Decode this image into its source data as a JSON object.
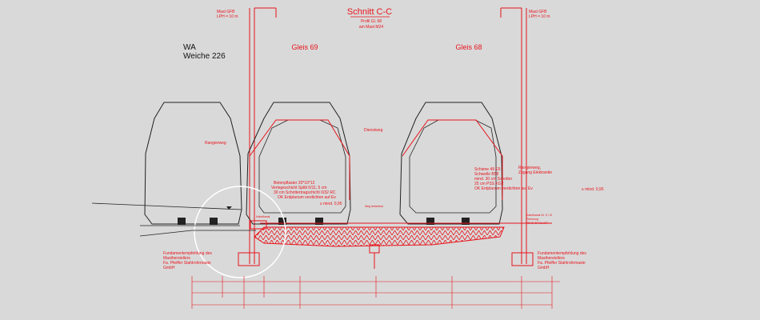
{
  "title": "Schnitt C-C",
  "subtitle_lines": [
    "Profil Gl. 68",
    "am Mast M24"
  ],
  "wa_label": "WA",
  "weiche_label": "Weiche 226",
  "track_left": "Gleis 69",
  "track_right": "Gleis 68",
  "mast_left": [
    "Mast GFB",
    "LPH = 10 m"
  ],
  "mast_right": [
    "Mast GFB",
    "LPH = 10 m"
  ],
  "dienstweg": "Dienstweg",
  "rangierweg_left": "Rangierweg",
  "rangierweg_right": [
    "Rangierweg,",
    "Zugang Elektrantie"
  ],
  "mind_095": "≥ mind. 0,95",
  "mind_095_right": "≥ mind. 0,95",
  "layer_left": [
    "Betonpflaster 20*10*12",
    "Verlegeschicht Splitt 0/11, 5 cm",
    "30 cm Schottertragschicht 0/32 RC",
    "OK Erdplanum verdichten auf Ev"
  ],
  "layer_right": [
    "Schiene 49 E5",
    "Schwelle B58",
    "mind. 30 cm Schotter",
    "25 cm PSS KG2",
    "OK Erdplanum verdichten auf Ev"
  ],
  "fund_left": [
    "Fundamentempfehlung des",
    "Mastherstellers",
    "Fa. Pfeiffer Stahlrohrmaste",
    "GmbH"
  ],
  "fund_right": [
    "Fundamentempfehlung des",
    "Mastherstellers",
    "Fa. Pfeiffer Stahlrohrmaste",
    "GmbH"
  ],
  "small_left": "Kabelkanal",
  "small_mid": "Weg befahrbar",
  "small_right": [
    "Kabelkanal Gr. II / III",
    "Trennung",
    "TEHS 30 NL LST"
  ],
  "colors": {
    "background": "#d9d9d9",
    "line_black": "#222222",
    "accent_red": "#e8141c"
  }
}
